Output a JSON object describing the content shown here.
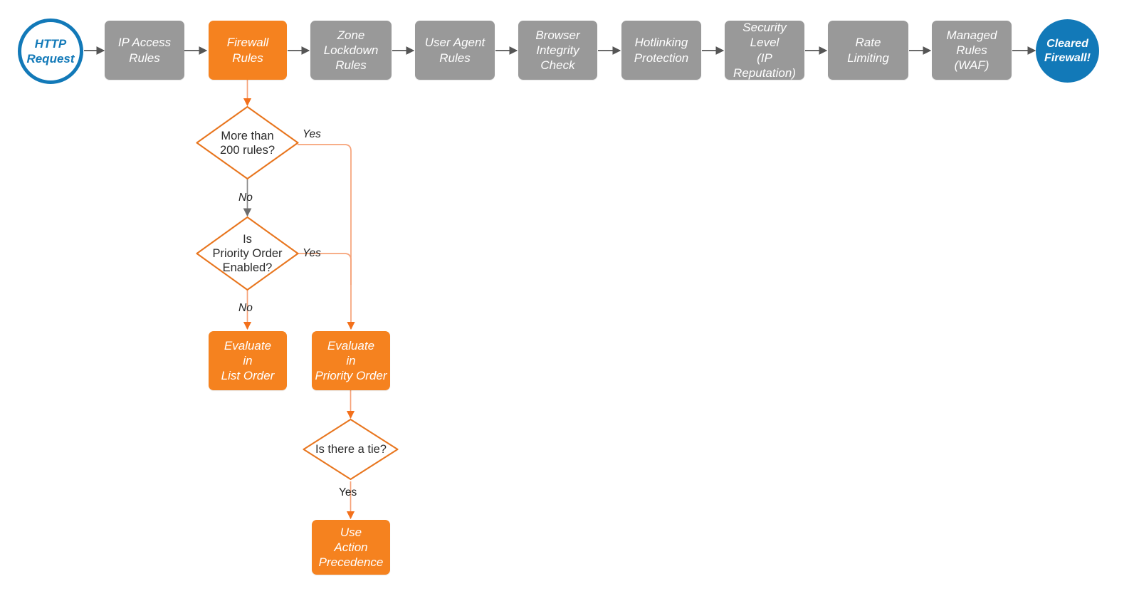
{
  "diagram": {
    "title": "Cloudflare Firewall Rules Evaluation Order",
    "background": "#ffffff",
    "colors": {
      "grey_node": "#999999",
      "orange_node": "#f5821f",
      "blue": "#1279b8",
      "orange_line": "#f6a278",
      "orange_outline": "#e8761f",
      "grey_arrow": "#555555",
      "label_text": "#1f1f1f"
    }
  },
  "pipeline": {
    "start": {
      "id": "http-request",
      "label": "HTTP\nRequest",
      "shape": "circle",
      "style": "blue-outline"
    },
    "steps": [
      {
        "id": "ip-access-rules",
        "label": "IP Access\nRules",
        "shape": "rounded-rect",
        "style": "grey"
      },
      {
        "id": "firewall-rules",
        "label": "Firewall\nRules",
        "shape": "rounded-rect",
        "style": "orange"
      },
      {
        "id": "zone-lockdown-rules",
        "label": "Zone\nLockdown\nRules",
        "shape": "rounded-rect",
        "style": "grey"
      },
      {
        "id": "user-agent-rules",
        "label": "User Agent\nRules",
        "shape": "rounded-rect",
        "style": "grey"
      },
      {
        "id": "browser-integrity",
        "label": "Browser\nIntegrity\nCheck",
        "shape": "rounded-rect",
        "style": "grey"
      },
      {
        "id": "hotlinking",
        "label": "Hotlinking\nProtection",
        "shape": "rounded-rect",
        "style": "grey"
      },
      {
        "id": "security-level",
        "label": "Security\nLevel\n(IP Reputation)",
        "shape": "rounded-rect",
        "style": "grey"
      },
      {
        "id": "rate-limiting",
        "label": "Rate\nLimiting",
        "shape": "rounded-rect",
        "style": "grey"
      },
      {
        "id": "managed-rules",
        "label": "Managed\nRules\n(WAF)",
        "shape": "rounded-rect",
        "style": "grey"
      }
    ],
    "end": {
      "id": "cleared-firewall",
      "label": "Cleared\nFirewall!",
      "shape": "circle",
      "style": "blue-filled"
    }
  },
  "branch": {
    "decisions": [
      {
        "id": "more-than-200-rules",
        "label": "More than\n200 rules?"
      },
      {
        "id": "is-priority-order",
        "label": "Is\nPriority Order\nEnabled?"
      },
      {
        "id": "is-there-a-tie",
        "label": "Is there a tie?"
      }
    ],
    "outcomes": [
      {
        "id": "evaluate-list-order",
        "label": "Evaluate\nin\nList Order",
        "style": "orange"
      },
      {
        "id": "evaluate-priority-order",
        "label": "Evaluate\nin\nPriority Order",
        "style": "orange"
      },
      {
        "id": "use-action-precedence",
        "label": "Use\nAction\nPrecedence",
        "style": "orange"
      }
    ],
    "edge_labels": {
      "rules_yes": "Yes",
      "rules_no": "No",
      "priority_yes": "Yes",
      "priority_no": "No",
      "tie_yes": "Yes"
    }
  }
}
